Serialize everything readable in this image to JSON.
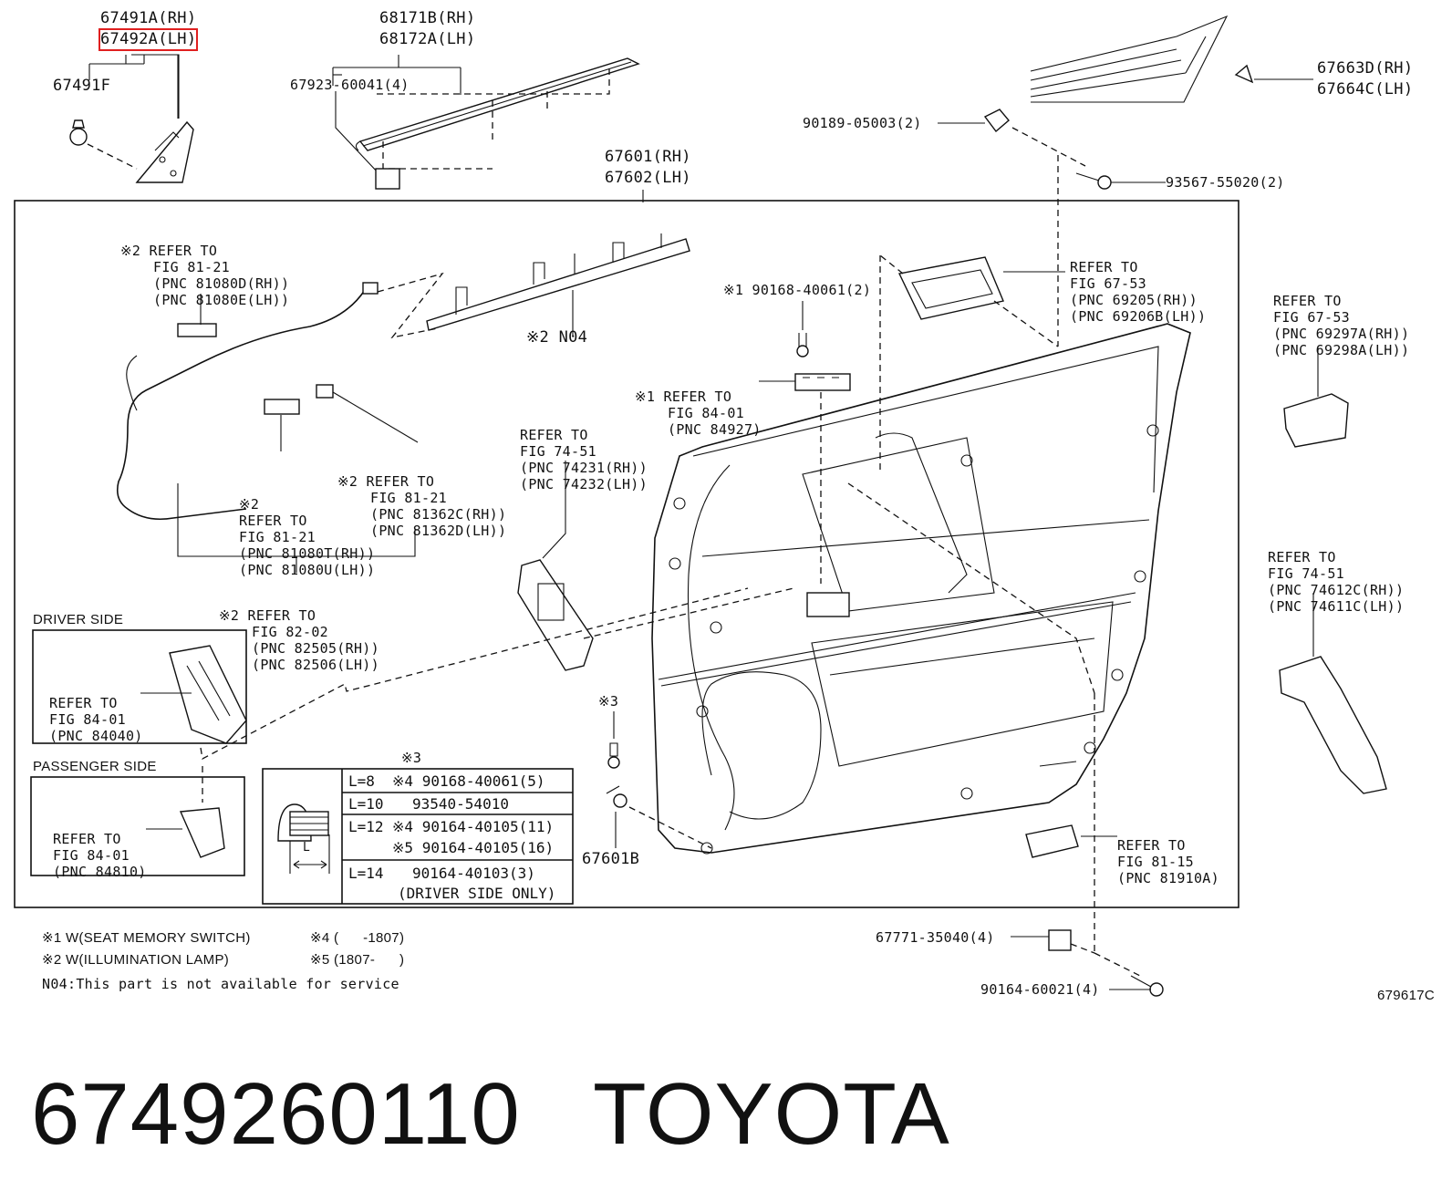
{
  "parts": {
    "p67491A": "67491A(RH)",
    "p67492A": "67492A(LH)",
    "p67491F": "67491F",
    "p68171B": "68171B(RH)",
    "p68172A": "68172A(LH)",
    "p67923": "67923-60041(4)",
    "p67601": "67601(RH)",
    "p67602": "67602(LH)",
    "p90189": "90189-05003(2)",
    "p93567": "93567-55020(2)",
    "p67663D": "67663D(RH)",
    "p67664C": "67664C(LH)",
    "p67601B": "67601B",
    "p67771": "67771-35040(4)",
    "p90164_60021": "90164-60021(4)",
    "p90168": "※1 90168-40061(2)",
    "n04": "※2 N04",
    "fig_code": "679617C"
  },
  "refs": {
    "r1": [
      "※2 REFER TO",
      "FIG 81-21",
      "(PNC 81080D(RH))",
      "(PNC 81080E(LH))"
    ],
    "r2": [
      "※2",
      "REFER TO",
      "FIG 81-21",
      "(PNC 81080T(RH))",
      "(PNC 81080U(LH))"
    ],
    "r3": [
      "※2 REFER TO",
      "FIG 81-21",
      "(PNC 81362C(RH))",
      "(PNC 81362D(LH))"
    ],
    "r4": [
      "※2 REFER TO",
      "FIG 82-02",
      "(PNC 82505(RH))",
      "(PNC 82506(LH))"
    ],
    "r5": [
      "REFER TO",
      "FIG 74-51",
      "(PNC 74231(RH))",
      "(PNC 74232(LH))"
    ],
    "r6": [
      "※1 REFER TO",
      "FIG 84-01",
      "(PNC 84927)"
    ],
    "r7": [
      "REFER TO",
      "FIG 67-53",
      "(PNC 69205(RH))",
      "(PNC 69206B(LH))"
    ],
    "r8": [
      "REFER TO",
      "FIG 67-53",
      "(PNC 69297A(RH))",
      "(PNC 69298A(LH))"
    ],
    "r9": [
      "REFER TO",
      "FIG 74-51",
      "(PNC 74612C(RH))",
      "(PNC 74611C(LH))"
    ],
    "r10": [
      "REFER TO",
      "FIG 81-15",
      "(PNC 81910A)"
    ],
    "driver": [
      "REFER TO",
      "FIG 84-01",
      "(PNC 84040)"
    ],
    "passenger": [
      "REFER TO",
      "FIG 84-01",
      "(PNC 84810)"
    ]
  },
  "side_labels": {
    "driver": "DRIVER SIDE",
    "passenger": "PASSENGER SIDE"
  },
  "note3": "※3",
  "table": {
    "header": "※3",
    "dim_label": "L",
    "rows": [
      {
        "len": "L=8",
        "mark": "※4",
        "part": "90168-40061(5)"
      },
      {
        "len": "L=10",
        "mark": "",
        "part": "93540-54010"
      },
      {
        "len": "L=12",
        "mark": "※4",
        "part": "90164-40105(11)"
      },
      {
        "len": "",
        "mark": "※5",
        "part": "90164-40105(16)"
      },
      {
        "len": "L=14",
        "mark": "",
        "part": "90164-40103(3)"
      },
      {
        "len": "",
        "mark": "",
        "part": "(DRIVER SIDE ONLY)"
      }
    ]
  },
  "legend": {
    "l1": "※1 W(SEAT MEMORY SWITCH)",
    "l2": "※2 W(ILLUMINATION LAMP)",
    "l4": "※4 (      -1807)",
    "l5": "※5 (1807-      )",
    "n04": "N04:This part is not available for service"
  },
  "footer": {
    "part_number": "6749260110",
    "brand": "TOYOTA"
  }
}
